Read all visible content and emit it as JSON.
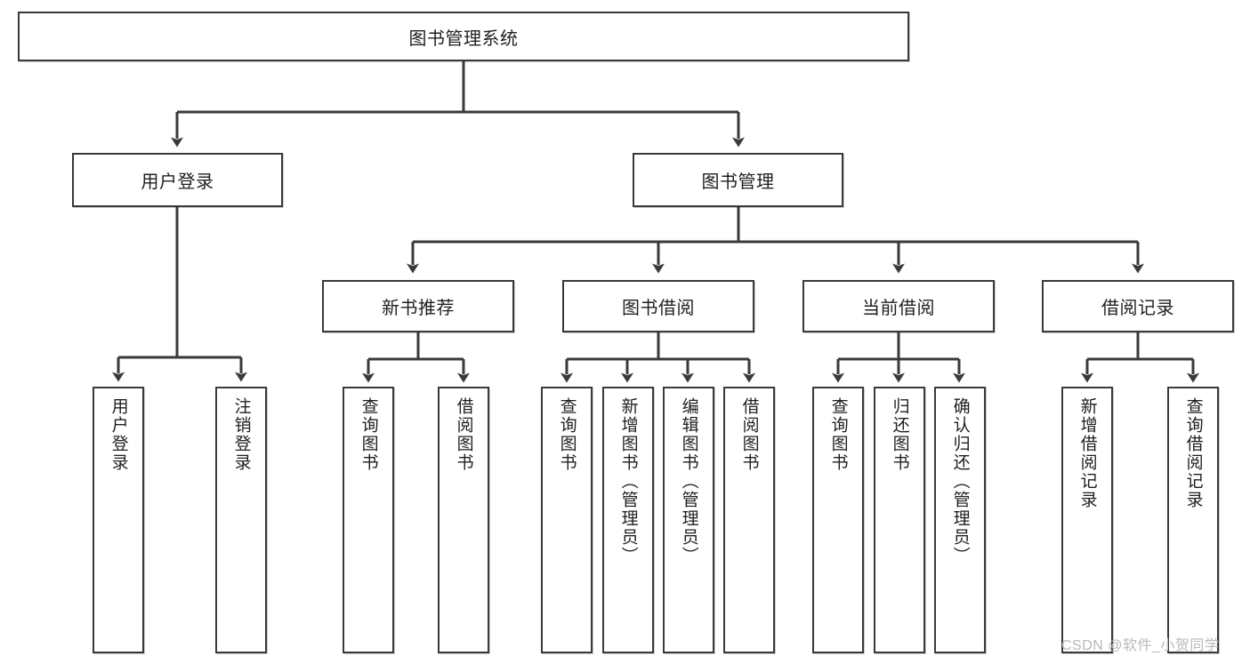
{
  "diagram": {
    "title": "图书管理系统",
    "type": "hierarchy-tree",
    "root": {
      "id": "root",
      "label": "图书管理系统"
    },
    "level2": [
      {
        "id": "user-login",
        "label": "用户登录"
      },
      {
        "id": "book-manage",
        "label": "图书管理"
      }
    ],
    "level3": [
      {
        "id": "new-book-rec",
        "label": "新书推荐",
        "parent": "book-manage"
      },
      {
        "id": "book-borrow",
        "label": "图书借阅",
        "parent": "book-manage"
      },
      {
        "id": "current-borrow",
        "label": "当前借阅",
        "parent": "book-manage"
      },
      {
        "id": "borrow-record",
        "label": "借阅记录",
        "parent": "book-manage"
      }
    ],
    "leaves": [
      {
        "id": "leaf-user-login",
        "label": "用户登录",
        "parent": "user-login"
      },
      {
        "id": "leaf-logout",
        "label": "注销登录",
        "parent": "user-login"
      },
      {
        "id": "leaf-query-book-1",
        "label": "查询图书",
        "parent": "new-book-rec"
      },
      {
        "id": "leaf-borrow-book-1",
        "label": "借阅图书",
        "parent": "new-book-rec"
      },
      {
        "id": "leaf-query-book-2",
        "label": "查询图书",
        "parent": "book-borrow"
      },
      {
        "id": "leaf-add-book",
        "label": "新增图书（管理员）",
        "parent": "book-borrow"
      },
      {
        "id": "leaf-edit-book",
        "label": "编辑图书（管理员）",
        "parent": "book-borrow"
      },
      {
        "id": "leaf-borrow-book-2",
        "label": "借阅图书",
        "parent": "book-borrow"
      },
      {
        "id": "leaf-query-book-3",
        "label": "查询图书",
        "parent": "current-borrow"
      },
      {
        "id": "leaf-return-book",
        "label": "归还图书",
        "parent": "current-borrow"
      },
      {
        "id": "leaf-confirm-return",
        "label": "确认归还（管理员）",
        "parent": "current-borrow"
      },
      {
        "id": "leaf-add-record",
        "label": "新增借阅记录",
        "parent": "borrow-record"
      },
      {
        "id": "leaf-query-record",
        "label": "查询借阅记录",
        "parent": "borrow-record"
      }
    ],
    "watermark": "CSDN @软件_小贺同学",
    "colors": {
      "stroke": "#3a3a3a",
      "fill": "#ffffff",
      "text": "#1f1f1f",
      "watermark": "#b9b9b9"
    }
  }
}
